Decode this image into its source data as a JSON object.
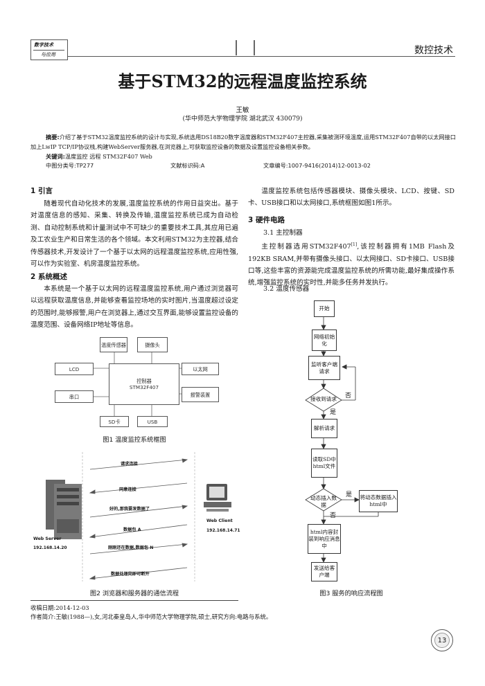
{
  "header": {
    "logo_line1": "数字技术",
    "logo_line2": "与应用",
    "section": "数控技术"
  },
  "article": {
    "title": "基于STM32的远程温度监控系统",
    "author": "王敏",
    "affiliation": "(华中师范大学物理学院  湖北武汉  430079)",
    "abstract_label": "摘要:",
    "abstract": "介绍了基于STM32温度监控系统的设计与实现,系统选用DS18B20数字温度器和STM32F407主控器,采集被测环境温度,运用STM32F407自带的以太网接口加上LwIP TCP/IP协议栈,构建WebServer服务器,在浏览器上,可获取监控设备的数据及设置监控设备相关参数。",
    "keywords_label": "关键词:",
    "keywords": "温度监控  远程  STM32F407  Web",
    "clc": "中图分类号:TP277",
    "doc_code": "文献标识码:A",
    "article_no": "文章编号:1007-9416(2014)12-0013-02"
  },
  "left": {
    "s1_title": "1 引言",
    "s1_p1": "随着现代自动化技术的发展,温度监控系统的作用日益突出。基于对温度信息的感知、采集、转换及传输,温度监控系统已成为自动检测、自动控制系统和计量测试中不可缺少的重要技术工具,其应用已遍及工农业生产和日常生活的各个领域。本文利用STM32为主控器,结合传感器技术,开发设计了一个基于以太网的远程温度监控系统,应用性强,可以作为实验室、机房温度监控系统。",
    "s2_title": "2 系统概述",
    "s2_p1": "本系统是一个基于以太网的远程温度监控系统,用户通过浏览器可以远程获取温度信息,并能够查看监控场地的实时图片,当温度超过设定的范围时,能够报警,用户在浏览器上,通过交互界面,能够设置监控设备的温度范围、设备网络IP地址等信息。"
  },
  "fig1": {
    "temp_sensor": "温度传感器",
    "camera": "摄像头",
    "lcd": "LCD",
    "controller_line1": "控制器",
    "controller_line2": "STM32F407",
    "ethernet": "以太网",
    "serial": "串口",
    "alarm": "报警装置",
    "sd": "SD卡",
    "usb": "USB",
    "caption": "图1 温度监控系统框图"
  },
  "fig2": {
    "msg1": "请求连接",
    "msg2": "同意连接",
    "msg3": "好的,那我要发数据了",
    "msg4": "数据包 A",
    "msg5": "刚刚还在数据,数据包 N",
    "msg6": "数据处理完即可断开",
    "server_label": "Web Server",
    "server_ip": "192.168.14.20",
    "client_label": "Web Client",
    "client_ip": "192.168.14.71",
    "caption": "图2 浏览器和服务器的通信流程"
  },
  "right": {
    "p_intro": "温度监控系统包括传感器模块、摄像头模块、LCD、按键、SD卡、USB接口和以太网接口,系统框图如图1所示。",
    "s3_title": "3 硬件电路",
    "s31": "3.1 主控制器",
    "p31_a": "主控制器选用STM32F407",
    "p31_ref": "[1]",
    "p31_b": ",该控制器拥有1MB Flash及192KB SRAM,并带有摄像头接口、以太网接口、SD卡接口、USB接口等,这些丰富的资源能完成温度监控系统的所需功能,最好集成操作系统,增强监控系统的实时性,并能多任务并发执行。",
    "s32": "3.2 温度传感器"
  },
  "fig3": {
    "start": "开始",
    "init": "网络初始化",
    "listen": "监听客户端请求",
    "receive": "接收到请求",
    "parse": "解析请求",
    "read_sd": "读取SD中html文件",
    "dynamic": "动态插入数据",
    "insert": "将动态数据插入html中",
    "package": "html内容封装到响应消息中",
    "send": "发送给客户端",
    "yes1": "是",
    "no1": "否",
    "yes2": "是",
    "no2": "否",
    "caption": "图3 服务的响应流程图"
  },
  "footnote": {
    "received": "收稿日期:2014-12-03",
    "author_bio": "作者简介:王敏(1988—),女,河北秦皇岛人,华中师范大学物理学院,硕士,研究方向:电路与系统。"
  },
  "page_number": "13"
}
